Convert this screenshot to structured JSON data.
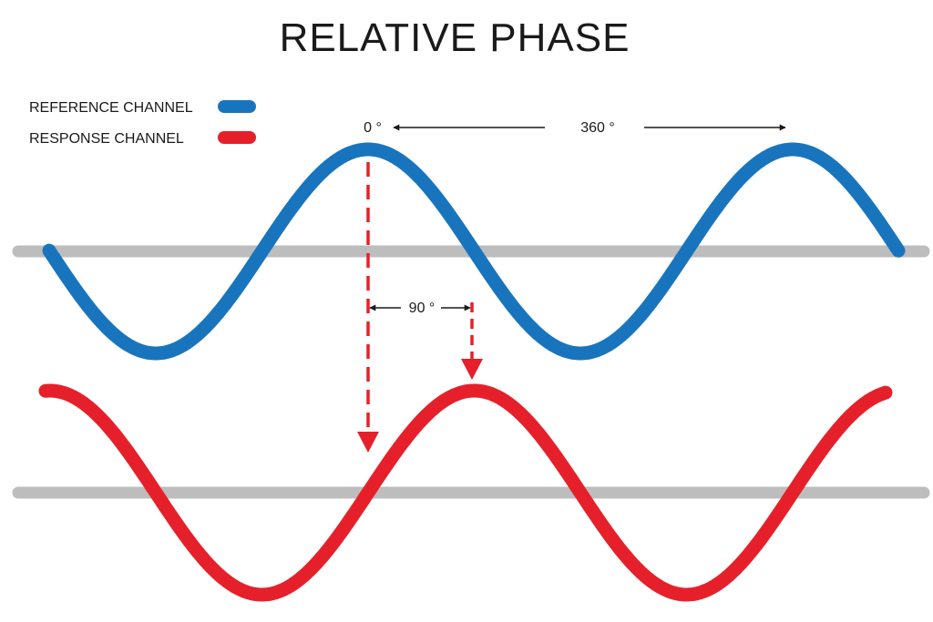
{
  "title": "RELATIVE PHASE",
  "legend": [
    {
      "label": "REFERENCE CHANNEL",
      "color": "#1875bd"
    },
    {
      "label": "RESPONSE CHANNEL",
      "color": "#e6202a"
    }
  ],
  "annotations": {
    "start": "0 °",
    "period": "360 °",
    "shift": "90 °"
  },
  "colors": {
    "reference": "#1875bd",
    "response": "#e6202a",
    "axis": "#bdbdbd",
    "arrow": "#1a1a1a"
  },
  "waves": {
    "reference": {
      "phase_deg": 0
    },
    "response": {
      "phase_deg": -90
    }
  }
}
